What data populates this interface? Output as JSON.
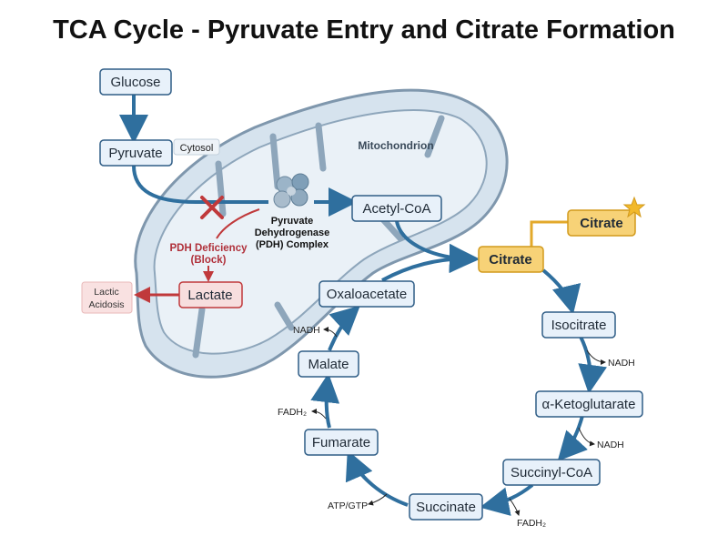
{
  "title": "TCA Cycle - Pyruvate Entry and Citrate Formation",
  "labels": {
    "mitochondrion": "Mitochondrion",
    "cytosol": "Cytosol",
    "pdh_line1": "Pyruvate",
    "pdh_line2": "Dehydrogenase",
    "pdh_line3": "(PDH) Complex",
    "deficiency_line1": "PDH Deficiency",
    "deficiency_line2": "(Block)",
    "lactic_line1": "Lactic",
    "lactic_line2": "Acidosis"
  },
  "nodes": {
    "glucose": "Glucose",
    "pyruvate": "Pyruvate",
    "acetyl_coa": "Acetyl-CoA",
    "lactate": "Lactate",
    "citrate": "Citrate",
    "citrate_highlight": "Citrate",
    "isocitrate": "Isocitrate",
    "alpha_ketoglutarate": "α-Ketoglutarate",
    "succinyl_coa": "Succinyl-CoA",
    "succinate": "Succinate",
    "fumarate": "Fumarate",
    "malate": "Malate",
    "oxaloacetate": "Oxaloacetate"
  },
  "cofactors": {
    "isocitrate_nadh": "NADH",
    "akg_nadh": "NADH",
    "succinate_fadh2": "FADH₂",
    "succinate_atp": "ATP/GTP",
    "fumarate_fadh2": "FADH₂",
    "malate_nadh": "NADH"
  },
  "colors": {
    "node_fill": "#e8f1fa",
    "node_stroke": "#2f5d86",
    "arrow": "#2f6f9e",
    "mito_fill": "#d6e3ee",
    "mito_stroke": "#7f97ad",
    "citrate_fill": "#f7d277",
    "citrate_stroke": "#d29a1c",
    "block_red": "#c0393b",
    "lactate_fill": "#f7dede"
  }
}
